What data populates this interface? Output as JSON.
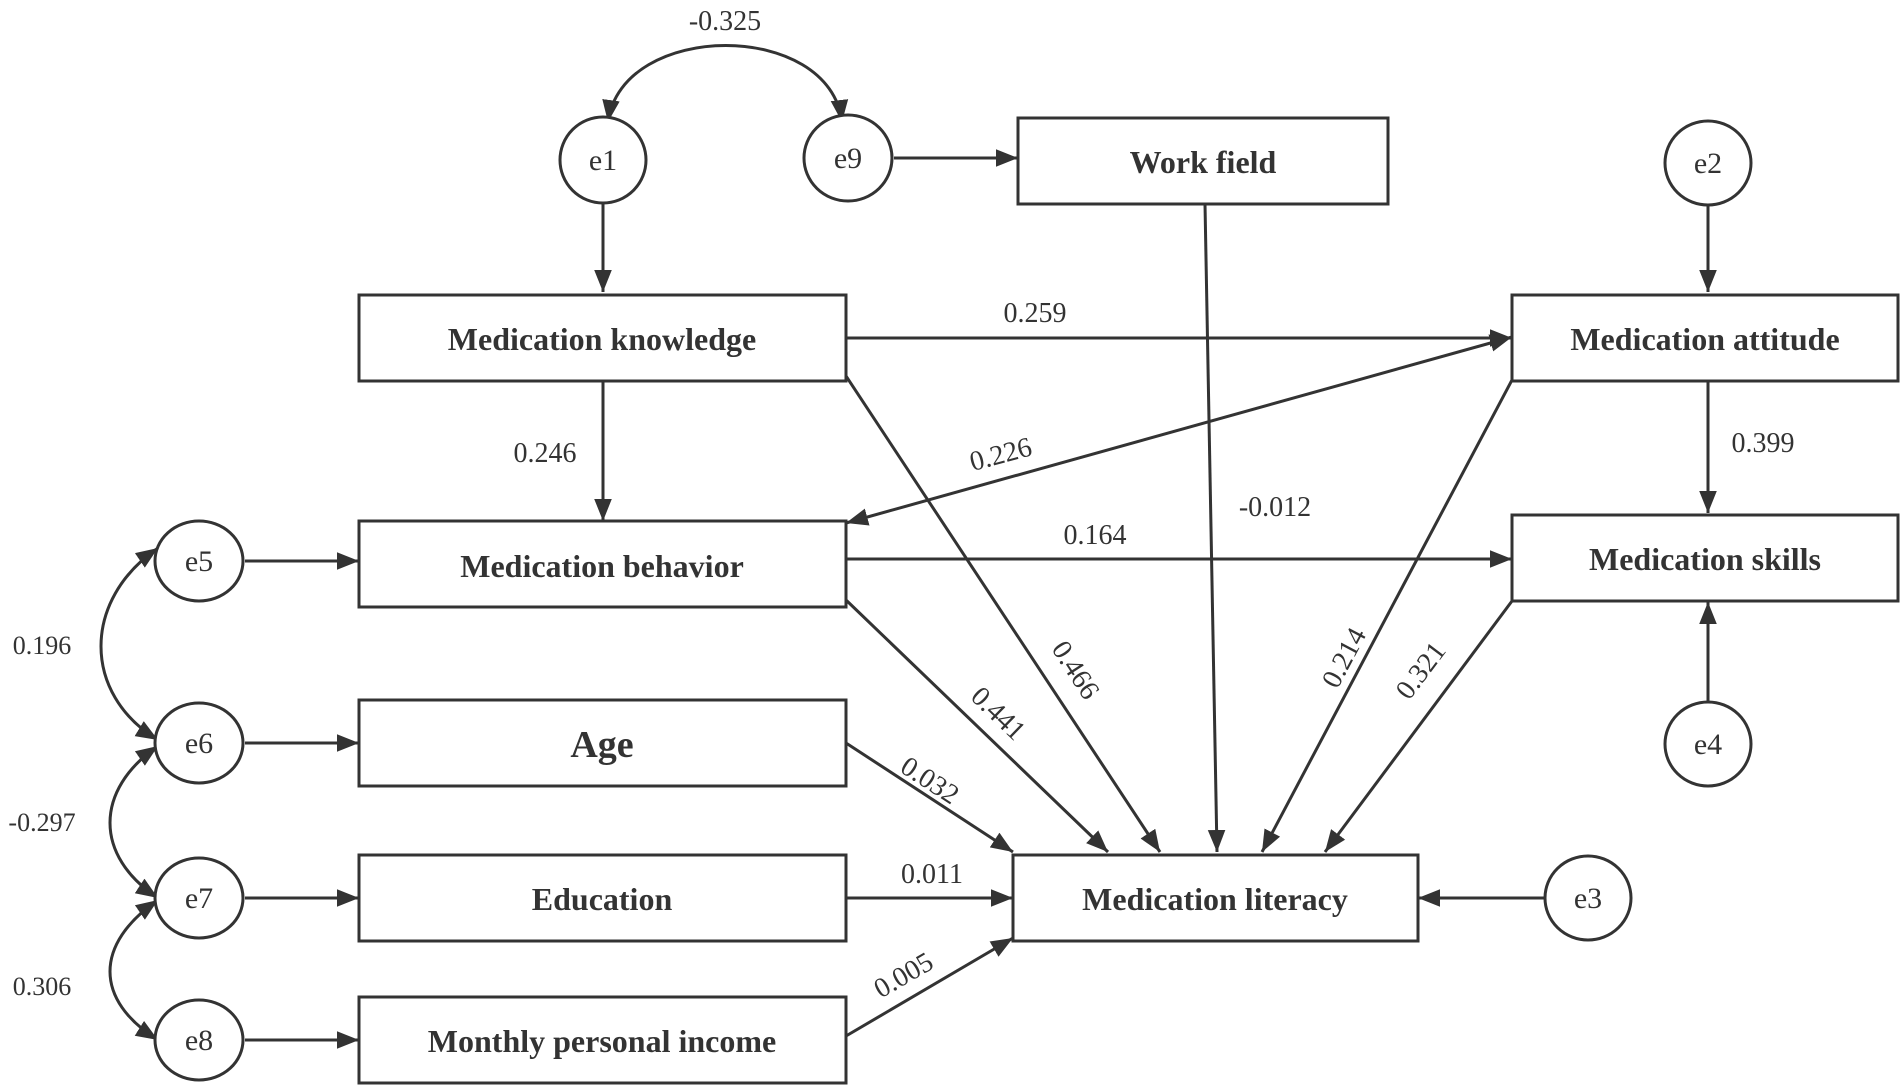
{
  "boxes": {
    "work_field": "Work field",
    "knowledge": "Medication knowledge",
    "attitude": "Medication attitude",
    "behavior": "Medication behavior",
    "skills": "Medication skills",
    "age": "Age",
    "education": "Education",
    "income": "Monthly personal income",
    "literacy": "Medication literacy"
  },
  "errors": {
    "e1": "e1",
    "e2": "e2",
    "e3": "e3",
    "e4": "e4",
    "e5": "e5",
    "e6": "e6",
    "e7": "e7",
    "e8": "e8",
    "e9": "e9"
  },
  "paths": {
    "knowledge_attitude": "0.259",
    "knowledge_behavior": "0.246",
    "attitude_behavior": "0.226",
    "workfield_literacy": "-0.012",
    "attitude_skills": "0.399",
    "behavior_skills": "0.164",
    "knowledge_literacy": "0.466",
    "behavior_literacy": "0.441",
    "attitude_literacy": "0.214",
    "skills_literacy": "0.321",
    "age_literacy": "0.032",
    "education_literacy": "0.011",
    "income_literacy": "0.005"
  },
  "covariances": {
    "e1_e9": "-0.325",
    "e5_e6": "0.196",
    "e6_e7": "-0.297",
    "e7_e8": "0.306"
  }
}
